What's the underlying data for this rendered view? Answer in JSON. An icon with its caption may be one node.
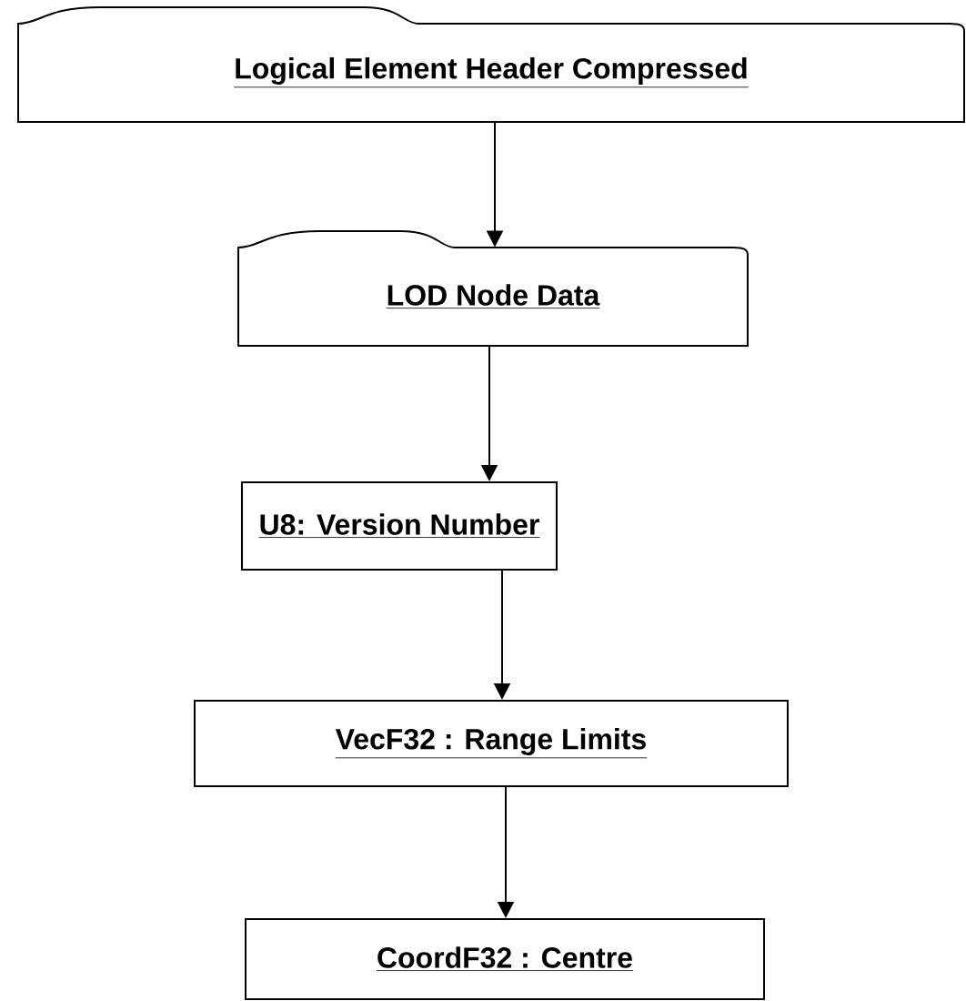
{
  "diagram": {
    "nodes": [
      {
        "text": [
          "Logical Element Header Compressed"
        ]
      },
      {
        "text": [
          "LOD Node Data"
        ]
      },
      {
        "text": [
          "U8: Version Number"
        ]
      },
      {
        "text": [
          "VecF32 : Range Limits"
        ]
      },
      {
        "text": [
          "CoordF32 : Centre"
        ]
      }
    ],
    "edges": [
      {
        "from": 0,
        "to": 1,
        "arrow": "to"
      },
      {
        "from": 1,
        "to": 2,
        "arrow": "to"
      },
      {
        "from": 2,
        "to": 3,
        "arrow": "to"
      },
      {
        "from": 3,
        "to": 4,
        "arrow": "to"
      }
    ]
  }
}
